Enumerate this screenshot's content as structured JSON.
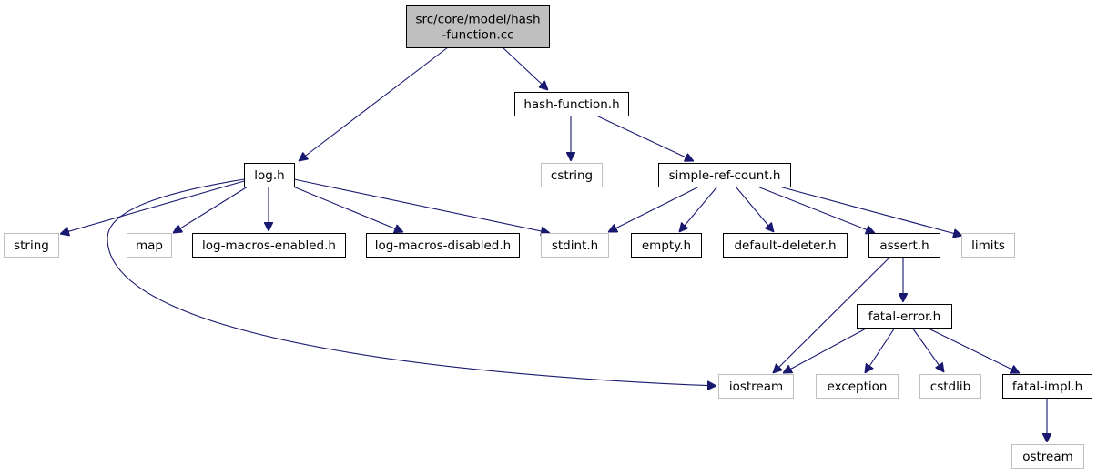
{
  "colors": {
    "edge": "#191970",
    "root_fill": "#bfbfbf",
    "documented_border": "#000000",
    "external_border": "#bfbfbf"
  },
  "nodes": [
    {
      "id": "root",
      "lines": [
        "src/core/model/hash",
        "-function.cc"
      ],
      "kind": "root"
    },
    {
      "id": "hash_function_h",
      "lines": [
        "hash-function.h"
      ],
      "kind": "documented"
    },
    {
      "id": "log_h",
      "lines": [
        "log.h"
      ],
      "kind": "documented"
    },
    {
      "id": "cstring",
      "lines": [
        "cstring"
      ],
      "kind": "external"
    },
    {
      "id": "simple_ref_count_h",
      "lines": [
        "simple-ref-count.h"
      ],
      "kind": "documented"
    },
    {
      "id": "string",
      "lines": [
        "string"
      ],
      "kind": "external"
    },
    {
      "id": "map",
      "lines": [
        "map"
      ],
      "kind": "external"
    },
    {
      "id": "log_macros_enabled_h",
      "lines": [
        "log-macros-enabled.h"
      ],
      "kind": "documented"
    },
    {
      "id": "log_macros_disabled_h",
      "lines": [
        "log-macros-disabled.h"
      ],
      "kind": "documented"
    },
    {
      "id": "stdint_h",
      "lines": [
        "stdint.h"
      ],
      "kind": "external"
    },
    {
      "id": "empty_h",
      "lines": [
        "empty.h"
      ],
      "kind": "documented"
    },
    {
      "id": "default_deleter_h",
      "lines": [
        "default-deleter.h"
      ],
      "kind": "documented"
    },
    {
      "id": "assert_h",
      "lines": [
        "assert.h"
      ],
      "kind": "documented"
    },
    {
      "id": "limits",
      "lines": [
        "limits"
      ],
      "kind": "external"
    },
    {
      "id": "fatal_error_h",
      "lines": [
        "fatal-error.h"
      ],
      "kind": "documented"
    },
    {
      "id": "iostream",
      "lines": [
        "iostream"
      ],
      "kind": "external"
    },
    {
      "id": "exception",
      "lines": [
        "exception"
      ],
      "kind": "external"
    },
    {
      "id": "cstdlib",
      "lines": [
        "cstdlib"
      ],
      "kind": "external"
    },
    {
      "id": "fatal_impl_h",
      "lines": [
        "fatal-impl.h"
      ],
      "kind": "documented"
    },
    {
      "id": "ostream",
      "lines": [
        "ostream"
      ],
      "kind": "external"
    }
  ],
  "edges": [
    {
      "from": "root",
      "to": "log_h"
    },
    {
      "from": "root",
      "to": "hash_function_h"
    },
    {
      "from": "hash_function_h",
      "to": "cstring"
    },
    {
      "from": "hash_function_h",
      "to": "simple_ref_count_h"
    },
    {
      "from": "log_h",
      "to": "string"
    },
    {
      "from": "log_h",
      "to": "map"
    },
    {
      "from": "log_h",
      "to": "log_macros_enabled_h"
    },
    {
      "from": "log_h",
      "to": "log_macros_disabled_h"
    },
    {
      "from": "log_h",
      "to": "stdint_h"
    },
    {
      "from": "log_h",
      "to": "iostream"
    },
    {
      "from": "simple_ref_count_h",
      "to": "stdint_h"
    },
    {
      "from": "simple_ref_count_h",
      "to": "empty_h"
    },
    {
      "from": "simple_ref_count_h",
      "to": "default_deleter_h"
    },
    {
      "from": "simple_ref_count_h",
      "to": "assert_h"
    },
    {
      "from": "simple_ref_count_h",
      "to": "limits"
    },
    {
      "from": "assert_h",
      "to": "iostream"
    },
    {
      "from": "assert_h",
      "to": "fatal_error_h"
    },
    {
      "from": "fatal_error_h",
      "to": "iostream"
    },
    {
      "from": "fatal_error_h",
      "to": "exception"
    },
    {
      "from": "fatal_error_h",
      "to": "cstdlib"
    },
    {
      "from": "fatal_error_h",
      "to": "fatal_impl_h"
    },
    {
      "from": "fatal_impl_h",
      "to": "ostream"
    }
  ]
}
